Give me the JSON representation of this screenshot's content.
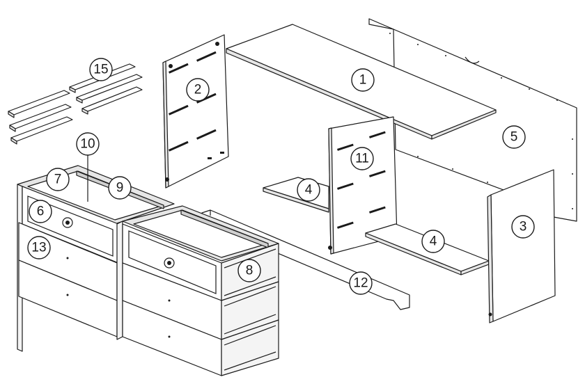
{
  "callouts": [
    {
      "id": "1",
      "label": "1"
    },
    {
      "id": "2",
      "label": "2"
    },
    {
      "id": "3",
      "label": "3"
    },
    {
      "id": "4a",
      "label": "4"
    },
    {
      "id": "4b",
      "label": "4"
    },
    {
      "id": "5",
      "label": "5"
    },
    {
      "id": "6",
      "label": "6"
    },
    {
      "id": "7",
      "label": "7"
    },
    {
      "id": "8",
      "label": "8"
    },
    {
      "id": "9",
      "label": "9"
    },
    {
      "id": "10",
      "label": "10"
    },
    {
      "id": "11",
      "label": "11"
    },
    {
      "id": "12",
      "label": "12"
    },
    {
      "id": "13",
      "label": "13"
    },
    {
      "id": "15",
      "label": "15"
    }
  ]
}
